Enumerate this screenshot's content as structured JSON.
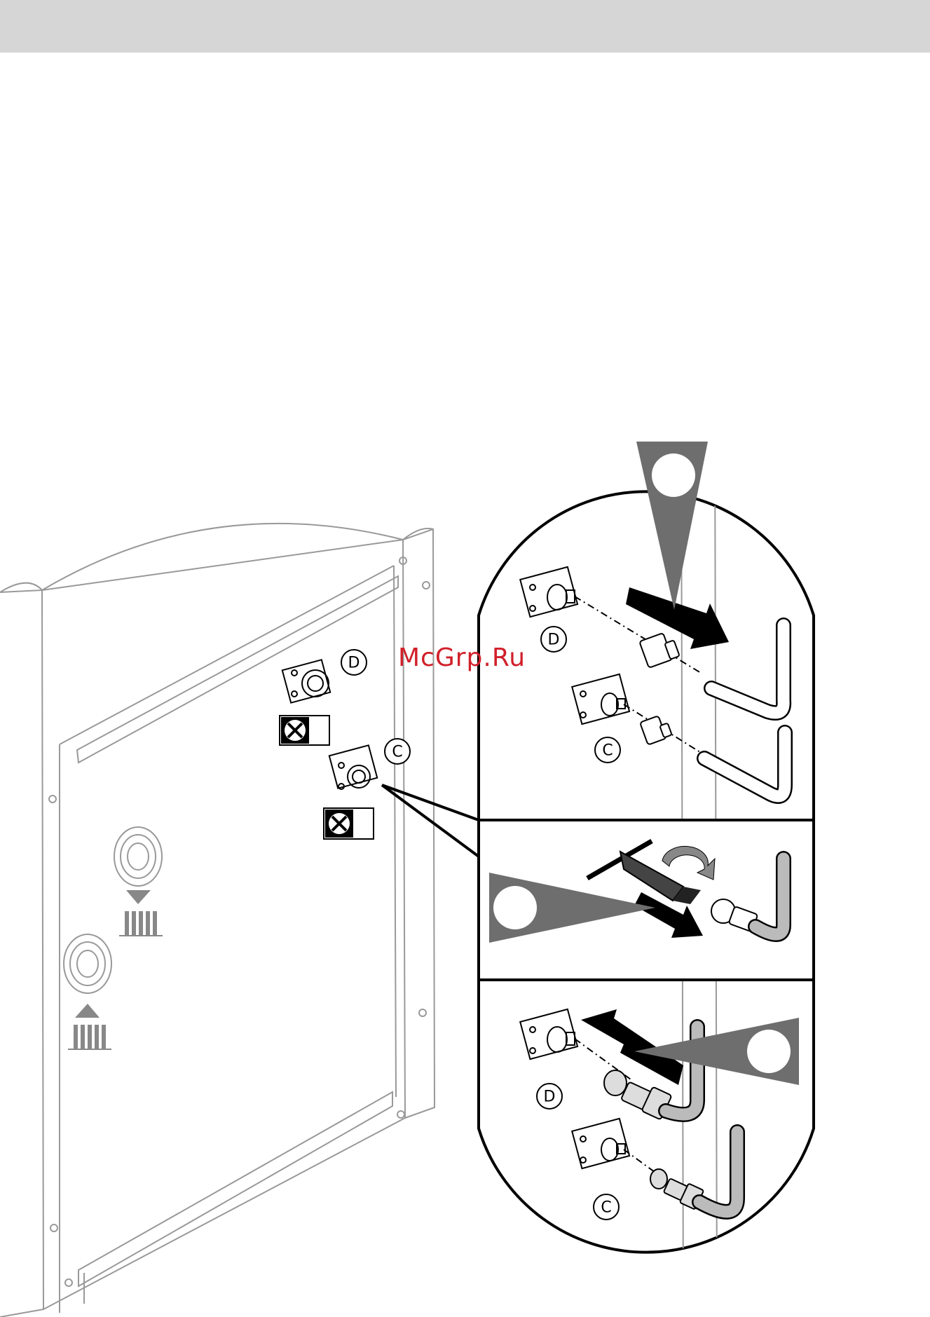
{
  "watermark": "McGrp.Ru",
  "labels": {
    "d": "D",
    "c": "C"
  },
  "icons": [
    "fan-icon",
    "radiator-icon",
    "arrow-down-icon",
    "arrow-up-icon",
    "tool-icon"
  ],
  "colors": {
    "header_band": "#d6d6d6",
    "line_dark": "#000000",
    "line_light": "#999999",
    "pointer_grey": "#6e6e6e",
    "watermark": "#d0202a"
  }
}
